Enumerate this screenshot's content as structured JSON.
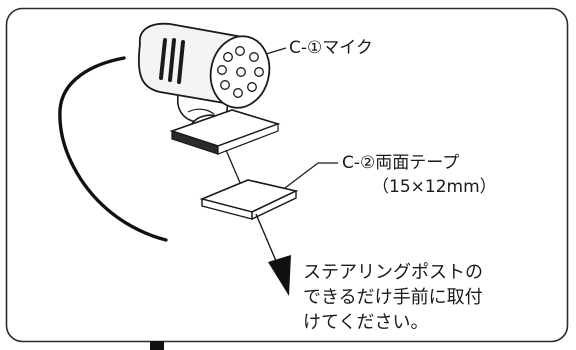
{
  "figure": {
    "labels": {
      "mic": "C-①マイク",
      "tape_name": "C-②両面テープ",
      "tape_size": "（15×12mm）"
    },
    "instruction_lines": [
      "ステアリングポストの",
      "できるだけ手前に取付",
      "けてください。"
    ]
  },
  "colors": {
    "ink": "#1a1a1a",
    "frame": "#2b2b2b",
    "paper": "#ffffff"
  }
}
